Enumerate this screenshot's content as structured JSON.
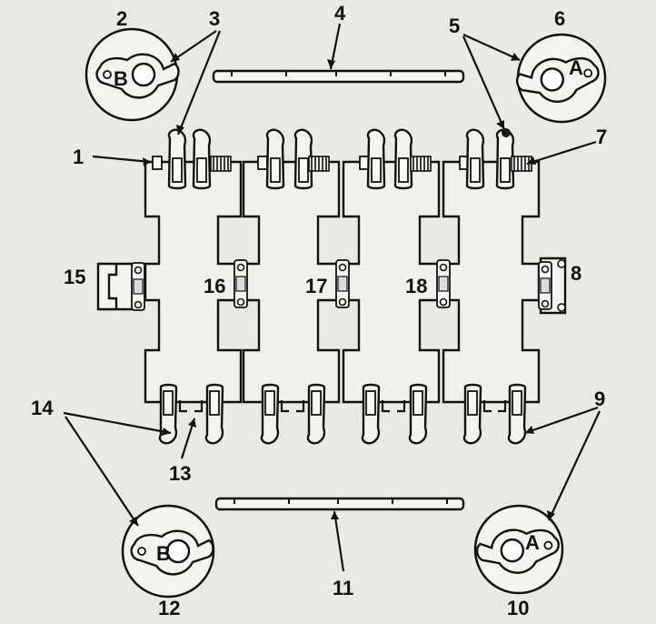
{
  "figure": {
    "labels": [
      {
        "id": "1",
        "text": "1"
      },
      {
        "id": "2",
        "text": "2"
      },
      {
        "id": "3",
        "text": "3"
      },
      {
        "id": "4",
        "text": "4"
      },
      {
        "id": "5",
        "text": "5"
      },
      {
        "id": "6",
        "text": "6"
      },
      {
        "id": "7",
        "text": "7"
      },
      {
        "id": "8",
        "text": "8"
      },
      {
        "id": "9",
        "text": "9"
      },
      {
        "id": "10",
        "text": "10"
      },
      {
        "id": "11",
        "text": "11"
      },
      {
        "id": "12",
        "text": "12"
      },
      {
        "id": "13",
        "text": "13"
      },
      {
        "id": "14",
        "text": "14"
      },
      {
        "id": "15",
        "text": "15"
      },
      {
        "id": "16",
        "text": "16"
      },
      {
        "id": "17",
        "text": "17"
      },
      {
        "id": "18",
        "text": "18"
      }
    ],
    "detail_marks": {
      "upper_left": "B",
      "upper_right": "A",
      "lower_left": "B",
      "lower_right": "A"
    }
  }
}
